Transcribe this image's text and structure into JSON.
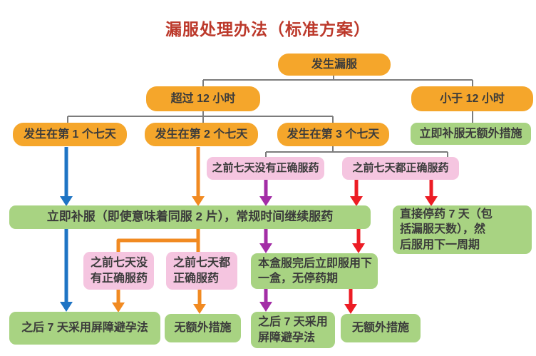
{
  "title": "漏服处理办法（标准方案）",
  "colors": {
    "title_red": "#BC392B",
    "node_orange": "#F5A62B",
    "node_green": "#A8D382",
    "node_pink": "#F5C5E0",
    "node_text": "#3B3B3B",
    "connector_gray": "#7C7C7C",
    "arrow_blue": "#1E74C4",
    "arrow_orange": "#F18A21",
    "arrow_purple": "#A32DA6",
    "arrow_red": "#EC1C24"
  },
  "nodes": {
    "missed": "发生漏服",
    "over12": "超过 12 小时",
    "under12": "小于 12 小时",
    "week1": "发生在第 1 个七天",
    "week2": "发生在第 2 个七天",
    "week3": "发生在第 3 个七天",
    "under12_action": "立即补服无额外措施",
    "week3_incorrect": "之前七天没有正确服药",
    "week3_correct": "之前七天都正确服药",
    "take_immediately": "立即补服（即使意味着同服 2 片），常规时间继续服药",
    "stop_7_days": "直接停药 7 天（包\n括漏服天数），然\n后服用下一周期",
    "week2_incorrect": "之前七天没\n有正确服药",
    "week2_correct": "之前七天都\n正确服药",
    "next_pack": "本盒服完后立即服用下\n一盒，无停药期",
    "barrier_7d_left": "之后 7 天采用屏障避孕法",
    "no_extra_left": "无额外措施",
    "barrier_7d_right": "之后 7 天采用\n屏障避孕法",
    "no_extra_right": "无额外措施"
  }
}
